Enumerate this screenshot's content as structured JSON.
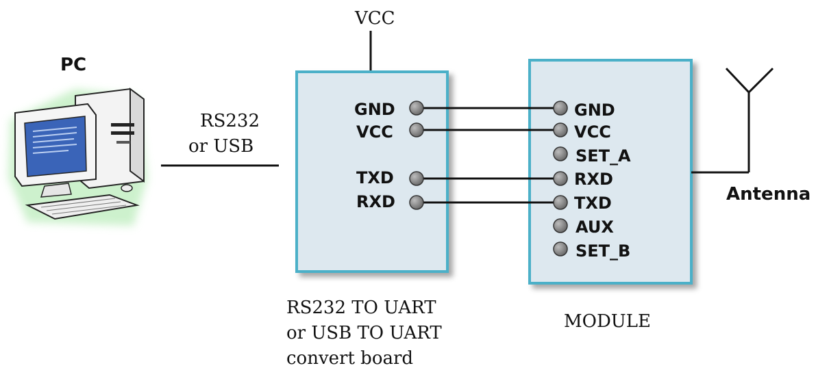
{
  "top_label": "VCC",
  "pc": {
    "label": "PC"
  },
  "link": {
    "line1": "RS232",
    "line2": "or USB"
  },
  "converter": {
    "pins": [
      "GND",
      "VCC",
      "TXD",
      "RXD"
    ],
    "caption_line1": "RS232 TO UART",
    "caption_line2": "or USB TO UART",
    "caption_line3": "convert board"
  },
  "module": {
    "pins": [
      "GND",
      "VCC",
      "SET_A",
      "RXD",
      "TXD",
      "AUX",
      "SET_B"
    ],
    "caption": "MODULE"
  },
  "antenna": {
    "label": "Antenna"
  },
  "connections": [
    {
      "from": "GND",
      "to": "GND"
    },
    {
      "from": "VCC",
      "to": "VCC"
    },
    {
      "from": "TXD",
      "to": "RXD"
    },
    {
      "from": "RXD",
      "to": "TXD"
    }
  ],
  "colors": {
    "box_fill": "#dde8ef",
    "box_border": "#4bb0c8",
    "pin_fill": "#8a8a8a",
    "wire": "#111111",
    "screen": "#3a64b8",
    "pc_glow": "#c8f0c8"
  }
}
